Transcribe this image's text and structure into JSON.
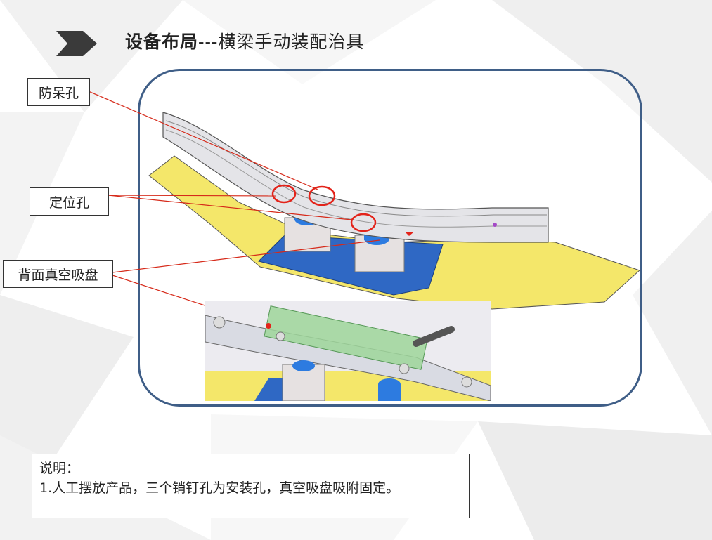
{
  "title": {
    "bold": "设备布局",
    "rest": "---横梁手动装配治具"
  },
  "callouts": {
    "foolproof_hole": "防呆孔",
    "locating_hole": "定位孔",
    "vacuum_cup": "背面真空吸盘"
  },
  "note": {
    "heading": "说明：",
    "line1": "1.人工摆放产品，三个销钉孔为安装孔，真空吸盘吸附固定。"
  },
  "colors": {
    "frame_border": "#3f5e87",
    "plate_yellow": "#f6e96b",
    "base_blue": "#2f68c4",
    "marker_red": "#e3231a",
    "arrow_dark": "#2b2b2b"
  }
}
